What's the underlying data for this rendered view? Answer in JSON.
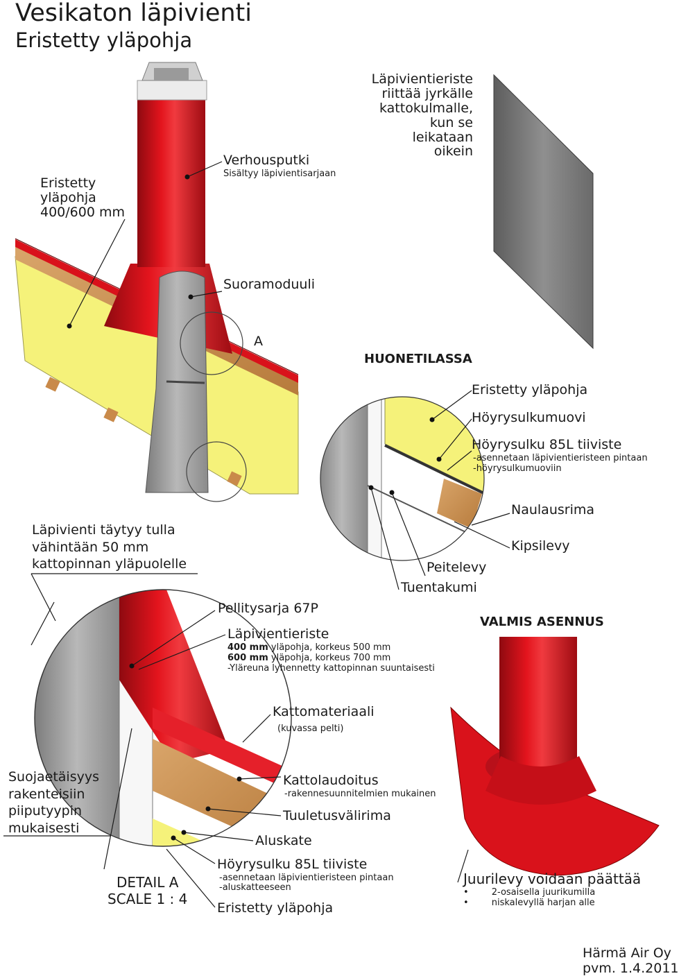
{
  "title": "Vesikaton läpivienti",
  "subtitle": "Eristetty yläpohja",
  "colors": {
    "pipe_red": "#d9121b",
    "insulation_yellow": "#f5f27a",
    "wood": "#c98a4a",
    "metal_gray": "#9a9a9a",
    "line": "#1a1a1a"
  },
  "labels": {
    "note_steep": [
      "Läpivientieriste",
      "riittää jyrkälle",
      "kattokulmalle,",
      "kun se",
      "leikataan",
      "oikein"
    ],
    "verhousputki": "Verhousputki",
    "verhousputki_sub": "Sisältyy läpivientisarjaan",
    "eristetty_top": [
      "Eristetty",
      "yläpohja",
      "400/600 mm"
    ],
    "suoramoduuli": "Suoramoduuli",
    "detail_marker": "A",
    "huonetilassa": "HUONETILASSA",
    "eristetty_right": "Eristetty yläpohja",
    "hoyrysulkumuovi": "Höyrysulkumuovi",
    "hoyrysulku_right": "Höyrysulku 85L tiiviste",
    "hoyrysulku_right_sub": [
      "-asennetaan läpivientieristeen pintaan",
      "-höyrysulkumuoviin"
    ],
    "naulausrima": "Naulausrima",
    "kipsilevy": "Kipsilevy",
    "peitelevy": "Peitelevy",
    "tuentakumi": "Tuentakumi",
    "lapivienti_note": [
      "Läpivienti täytyy tulla",
      "vähintään 50 mm",
      "kattopinnan yläpuolelle"
    ],
    "pellitysarja": "Pellitysarja 67P",
    "valmis": "VALMIS ASENNUS",
    "lapivientieriste": "Läpivientieriste",
    "lapivientieriste_line1_bold": "400 mm",
    "lapivientieriste_line1_rest": " yläpohja, korkeus 500 mm",
    "lapivientieriste_line2_bold": "600 mm",
    "lapivientieriste_line2_rest": " yläpohja, korkeus 700 mm",
    "lapivientieriste_line3": "-Yläreuna lyhennetty kattopinnan suuntaisesti",
    "kattomateriaali": "Kattomateriaali",
    "kattomateriaali_sub": "(kuvassa pelti)",
    "suojaetaisyys": [
      "Suojaetäisyys",
      "rakenteisiin",
      "piiputyypin",
      "mukaisesti"
    ],
    "kattolaudoitus": "Kattolaudoitus",
    "kattolaudoitus_sub": "-rakennesuunnitelmien mukainen",
    "tuuletusvalirima": "Tuuletusvälirima",
    "aluskate": "Aluskate",
    "detail_a": [
      "DETAIL A",
      "SCALE 1 : 4"
    ],
    "hoyrysulku_bottom": "Höyrysulku 85L tiiviste",
    "hoyrysulku_bottom_sub": [
      "-asennetaan läpivientieristeen pintaan",
      "-aluskatteeseen"
    ],
    "eristetty_bottom": "Eristetty yläpohja",
    "juurilevy": "Juurilevy voidaan päättää",
    "juurilevy_bullets": [
      "2-osaisella juurikumilla",
      "niskalevyllä harjan alle"
    ],
    "company": "Härmä Air Oy",
    "date": "pvm. 1.4.2011"
  }
}
